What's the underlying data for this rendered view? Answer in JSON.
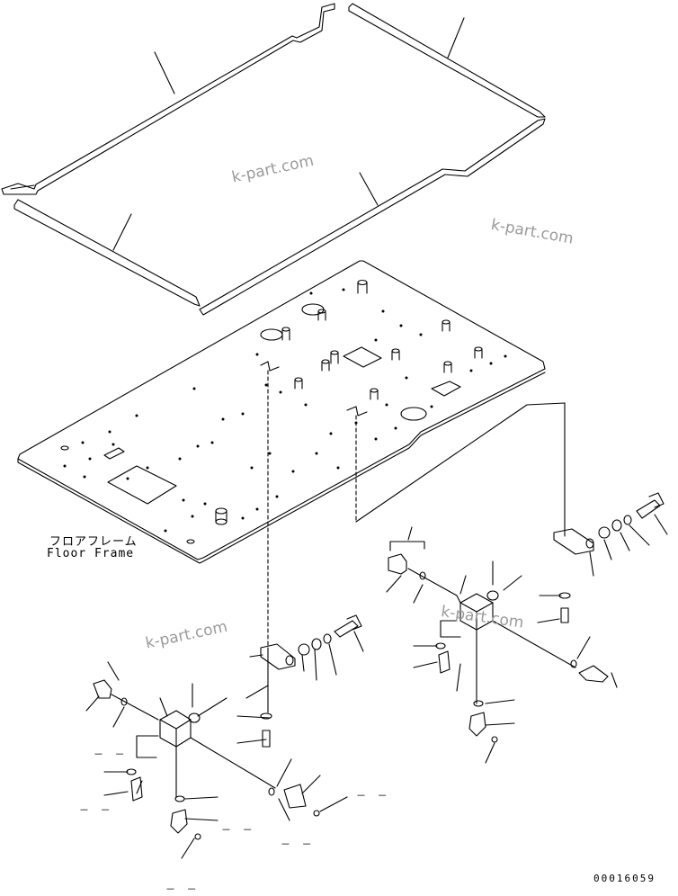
{
  "labels": {
    "floor_frame_jp": "フロアフレーム",
    "floor_frame_en": "Floor Frame"
  },
  "watermarks": [
    "k-part.com",
    "k-part.com",
    "k-part.com",
    "k-part.com"
  ],
  "drawing_code": "00016059",
  "dash_marks": [
    "－ －",
    "－ －",
    "－ －",
    "－ －",
    "－ －",
    "－ －"
  ]
}
